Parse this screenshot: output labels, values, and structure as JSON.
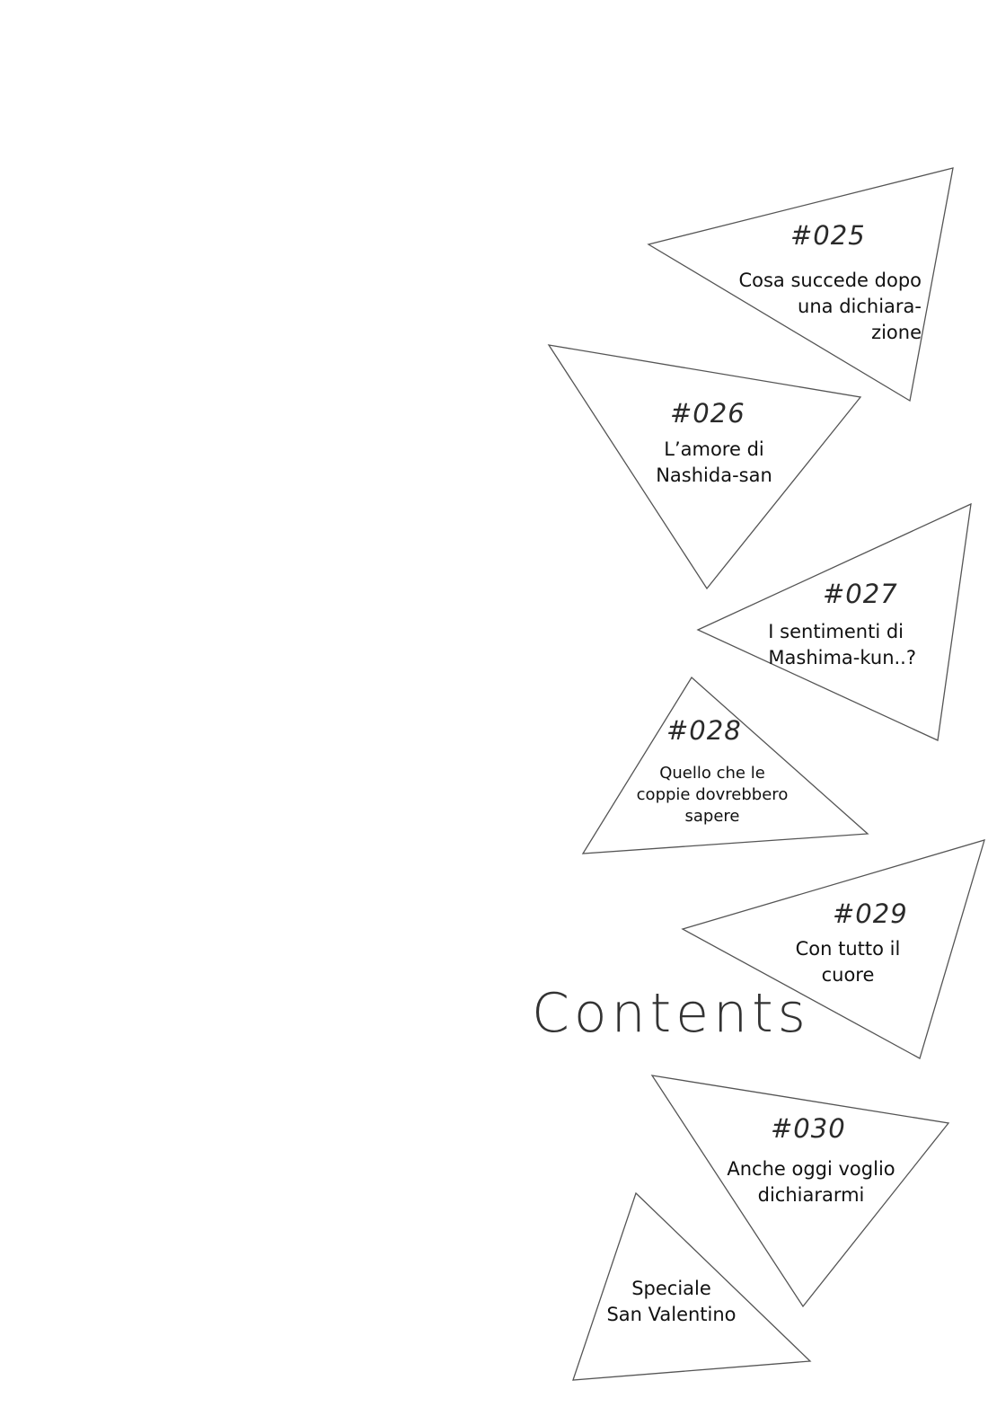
{
  "heading": "Contents",
  "chapters": [
    {
      "number": "#025",
      "title_lines": [
        "Cosa succede dopo",
        "una dichiara-",
        "zione"
      ]
    },
    {
      "number": "#026",
      "title_lines": [
        "L’amore di",
        "Nashida-san"
      ]
    },
    {
      "number": "#027",
      "title_lines": [
        "I sentimenti di",
        "Mashima-kun..?"
      ]
    },
    {
      "number": "#028",
      "title_lines": [
        "Quello che le",
        "coppie dovrebbero",
        "sapere"
      ]
    },
    {
      "number": "#029",
      "title_lines": [
        "Con tutto il",
        "cuore"
      ]
    },
    {
      "number": "#030",
      "title_lines": [
        "Anche oggi voglio",
        "dichiararmi"
      ]
    },
    {
      "number": "",
      "title_lines": [
        "Speciale",
        "San Valentino"
      ]
    }
  ],
  "colors": {
    "outline": "#555555",
    "text": "#111111"
  }
}
